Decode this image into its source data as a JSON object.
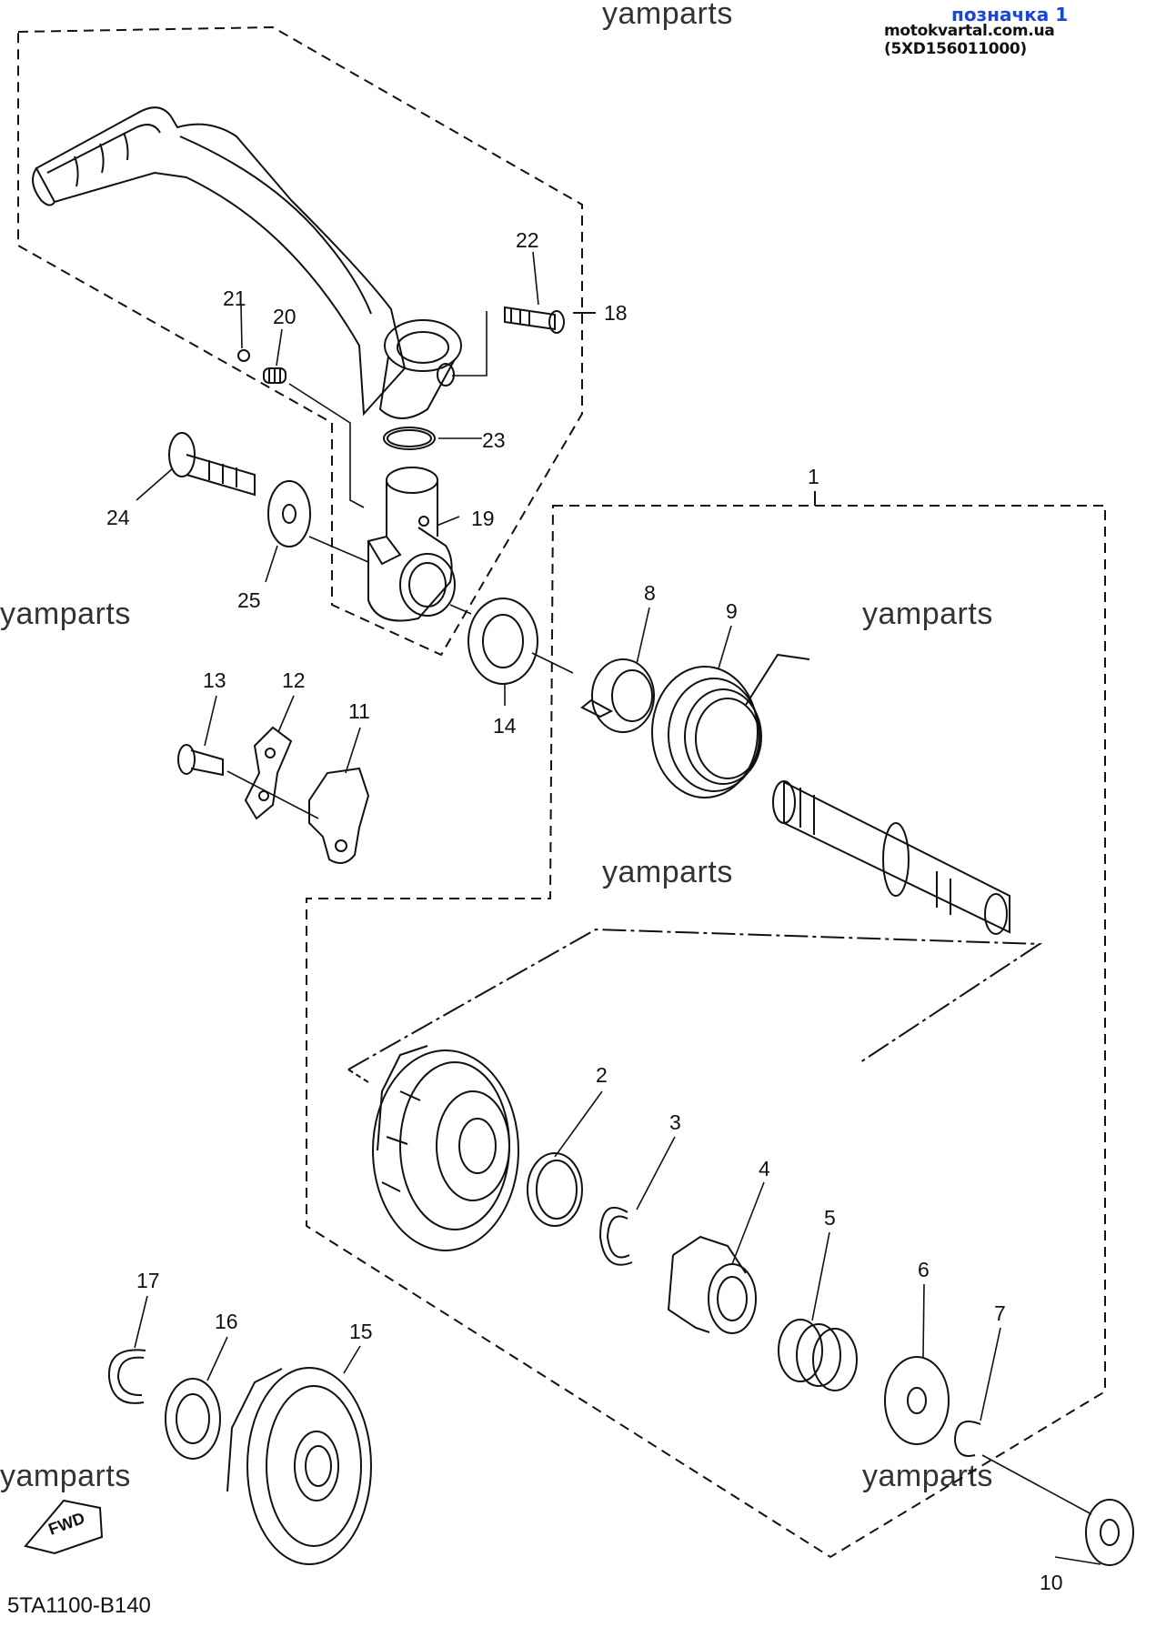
{
  "header": {
    "label": "позначка 1",
    "source": "motokvartal.com.ua (5XD156011000)"
  },
  "watermarks": [
    "yamparts",
    "yamparts",
    "yamparts",
    "yamparts",
    "yamparts",
    "yamparts"
  ],
  "diagram_code": "5TA1100-B140",
  "fwd_label": "FWD",
  "callouts": {
    "p1": "1",
    "p2": "2",
    "p3": "3",
    "p4": "4",
    "p5": "5",
    "p6": "6",
    "p7": "7",
    "p8": "8",
    "p9": "9",
    "p10": "10",
    "p11": "11",
    "p12": "12",
    "p13": "13",
    "p14": "14",
    "p15": "15",
    "p16": "16",
    "p17": "17",
    "p18": "18",
    "p19": "19",
    "p20": "20",
    "p21": "21",
    "p22": "22",
    "p23": "23",
    "p24": "24",
    "p25": "25"
  }
}
